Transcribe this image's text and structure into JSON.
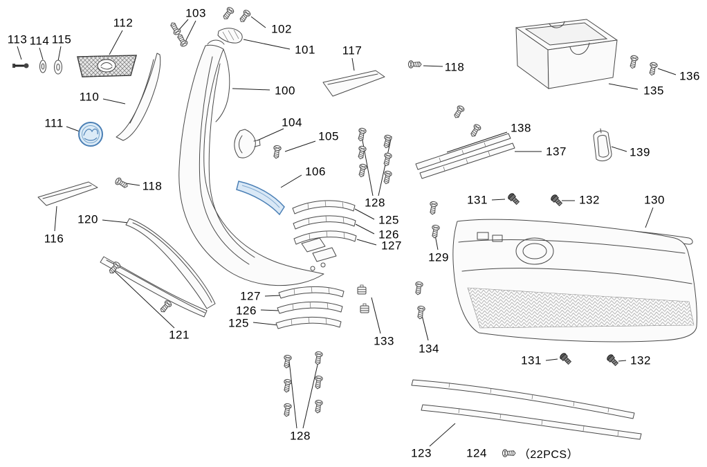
{
  "diagram": {
    "type": "exploded-parts-diagram",
    "subject": "front bumper, grille and trim assembly parts diagram"
  },
  "labels": {
    "p100": "100",
    "p101": "101",
    "p102": "102",
    "p103": "103",
    "p104": "104",
    "p105": "105",
    "p106": "106",
    "p110": "110",
    "p111": "111",
    "p112": "112",
    "p113": "113",
    "p114": "114",
    "p115": "115",
    "p116": "116",
    "p117": "117",
    "p118": "118",
    "p120": "120",
    "p121": "121",
    "p123": "123",
    "p124": "124",
    "p125": "125",
    "p126": "126",
    "p127": "127",
    "p128": "128",
    "p129": "129",
    "p130": "130",
    "p131": "131",
    "p132": "132",
    "p133": "133",
    "p134": "134",
    "p135": "135",
    "p136": "136",
    "p137": "137",
    "p138": "138",
    "p139": "139",
    "qty_note": "（22PCS）"
  },
  "colors": {
    "line": "#474747",
    "label_text": "#000000",
    "highlight_stroke": "#4a7fb5",
    "highlight_fill": "#d9e8f6"
  }
}
